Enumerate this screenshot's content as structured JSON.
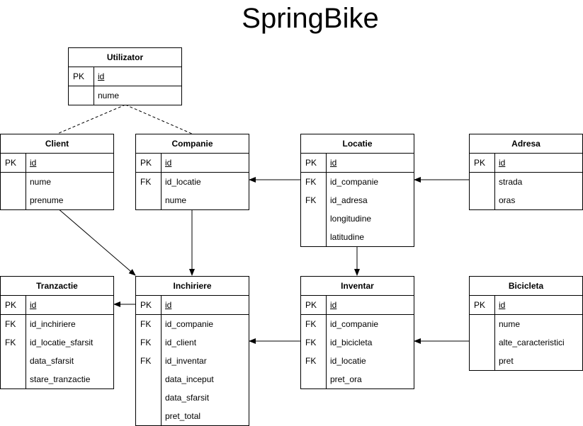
{
  "diagram": {
    "title": "SpringBike",
    "entities": [
      {
        "name": "Utilizator",
        "rows": [
          {
            "key": "PK",
            "field": "id",
            "primary": true
          },
          {
            "key": "",
            "field": "nume"
          }
        ]
      },
      {
        "name": "Client",
        "rows": [
          {
            "key": "PK",
            "field": "id",
            "primary": true
          },
          {
            "key": "",
            "field": "nume"
          },
          {
            "key": "",
            "field": "prenume"
          }
        ]
      },
      {
        "name": "Companie",
        "rows": [
          {
            "key": "PK",
            "field": "id",
            "primary": true
          },
          {
            "key": "FK",
            "field": "id_locatie"
          },
          {
            "key": "",
            "field": "nume"
          }
        ]
      },
      {
        "name": "Locatie",
        "rows": [
          {
            "key": "PK",
            "field": "id",
            "primary": true
          },
          {
            "key": "FK",
            "field": "id_companie"
          },
          {
            "key": "FK",
            "field": "id_adresa"
          },
          {
            "key": "",
            "field": "longitudine"
          },
          {
            "key": "",
            "field": "latitudine"
          }
        ]
      },
      {
        "name": "Adresa",
        "rows": [
          {
            "key": "PK",
            "field": "id",
            "primary": true
          },
          {
            "key": "",
            "field": "strada"
          },
          {
            "key": "",
            "field": "oras"
          }
        ]
      },
      {
        "name": "Tranzactie",
        "rows": [
          {
            "key": "PK",
            "field": "id",
            "primary": true
          },
          {
            "key": "FK",
            "field": "id_inchiriere"
          },
          {
            "key": "FK",
            "field": "id_locatie_sfarsit"
          },
          {
            "key": "",
            "field": "data_sfarsit"
          },
          {
            "key": "",
            "field": "stare_tranzactie"
          }
        ]
      },
      {
        "name": "Inchiriere",
        "rows": [
          {
            "key": "PK",
            "field": "id",
            "primary": true
          },
          {
            "key": "FK",
            "field": "id_companie"
          },
          {
            "key": "FK",
            "field": "id_client"
          },
          {
            "key": "FK",
            "field": "id_inventar"
          },
          {
            "key": "",
            "field": "data_inceput"
          },
          {
            "key": "",
            "field": "data_sfarsit"
          },
          {
            "key": "",
            "field": "pret_total"
          }
        ]
      },
      {
        "name": "Inventar",
        "rows": [
          {
            "key": "PK",
            "field": "id",
            "primary": true
          },
          {
            "key": "FK",
            "field": "id_companie"
          },
          {
            "key": "FK",
            "field": "id_bicicleta"
          },
          {
            "key": "FK",
            "field": "id_locatie"
          },
          {
            "key": "",
            "field": "pret_ora"
          }
        ]
      },
      {
        "name": "Bicicleta",
        "rows": [
          {
            "key": "PK",
            "field": "id",
            "primary": true
          },
          {
            "key": "",
            "field": "nume"
          },
          {
            "key": "",
            "field": "alte_caracteristici"
          },
          {
            "key": "",
            "field": "pret"
          }
        ]
      }
    ],
    "relations": [
      {
        "from": "Utilizator",
        "to": "Client",
        "style": "inheritance"
      },
      {
        "from": "Utilizator",
        "to": "Companie",
        "style": "inheritance"
      },
      {
        "from": "Locatie",
        "to": "Companie",
        "style": "reference"
      },
      {
        "from": "Adresa",
        "to": "Locatie",
        "style": "reference"
      },
      {
        "from": "Locatie",
        "to": "Inventar",
        "style": "reference"
      },
      {
        "from": "Client",
        "to": "Inchiriere",
        "style": "reference"
      },
      {
        "from": "Companie",
        "to": "Inchiriere",
        "style": "reference"
      },
      {
        "from": "Inchiriere",
        "to": "Tranzactie",
        "style": "reference"
      },
      {
        "from": "Inventar",
        "to": "Inchiriere",
        "style": "reference"
      },
      {
        "from": "Bicicleta",
        "to": "Inventar",
        "style": "reference"
      }
    ]
  }
}
